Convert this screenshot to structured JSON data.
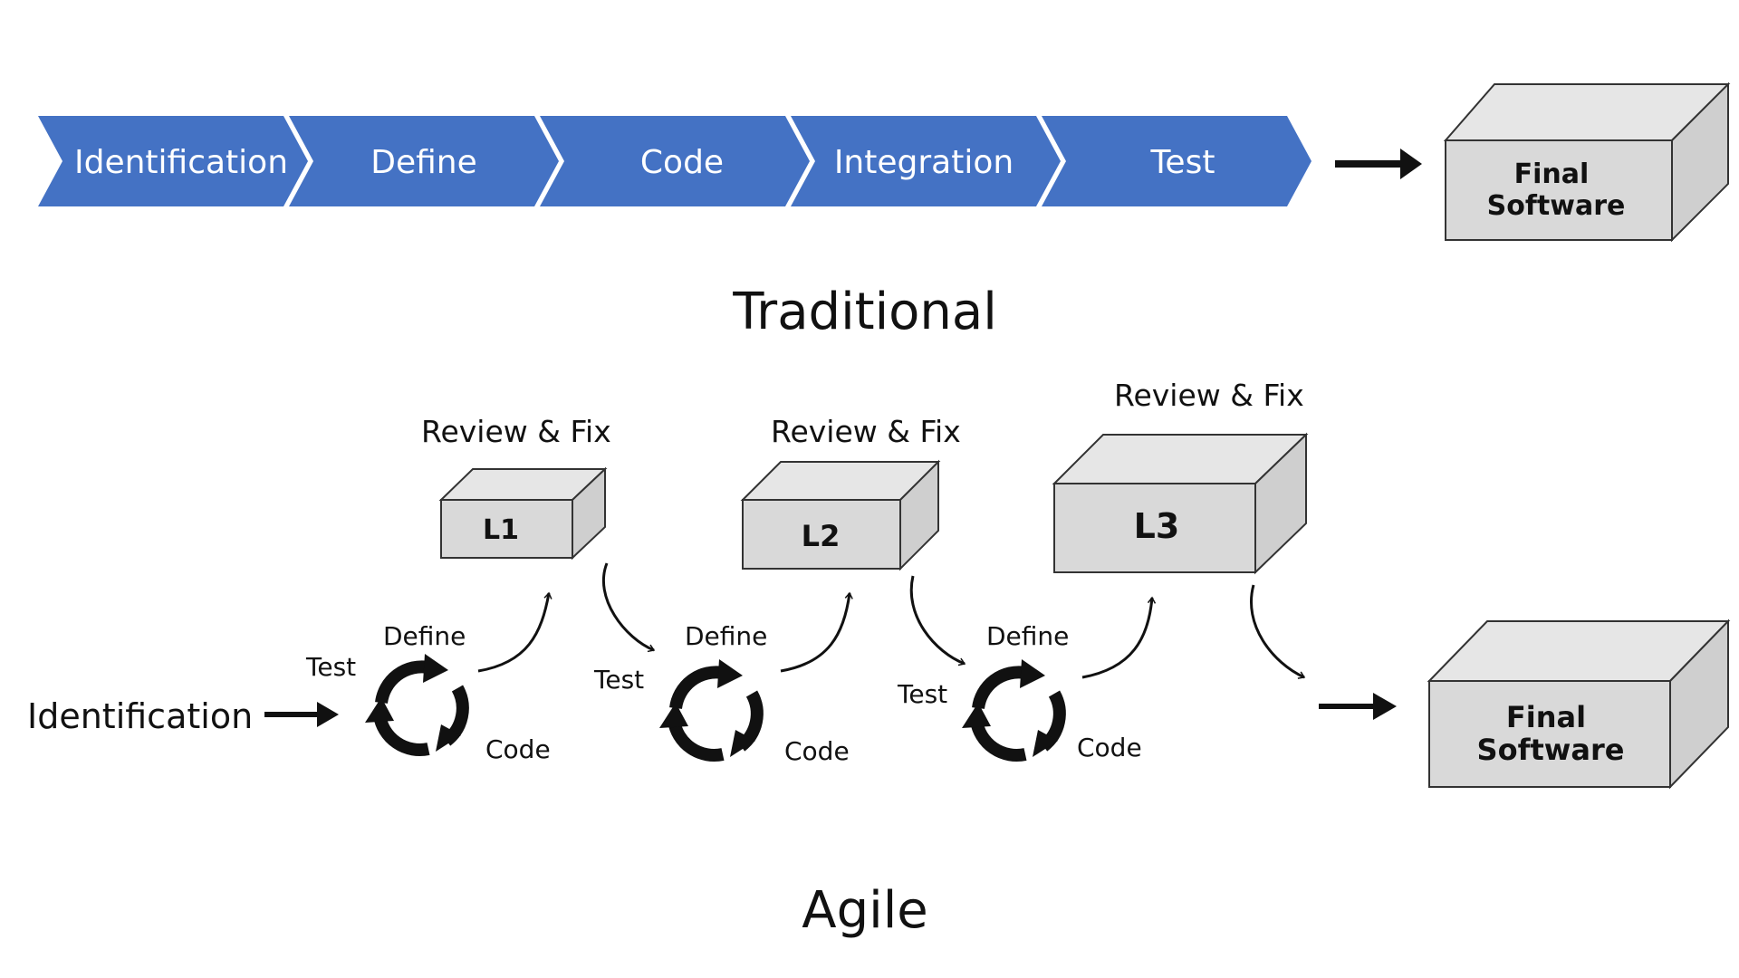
{
  "colors": {
    "chevron_fill": "#4472c4",
    "chevron_text": "#ffffff",
    "box_fill": "#d9d9d9",
    "ink": "#111111"
  },
  "traditional": {
    "title": "Traditional",
    "steps": [
      "Identification",
      "Define",
      "Code",
      "Integration",
      "Test"
    ],
    "final_box": {
      "line1": "Final",
      "line2": "Software"
    }
  },
  "agile": {
    "title": "Agile",
    "start_label": "Identification",
    "iterations": [
      {
        "box_label": "L1",
        "review_label": "Review & Fix",
        "define": "Define",
        "test": "Test",
        "code": "Code"
      },
      {
        "box_label": "L2",
        "review_label": "Review & Fix",
        "define": "Define",
        "test": "Test",
        "code": "Code"
      },
      {
        "box_label": "L3",
        "review_label": "Review & Fix",
        "define": "Define",
        "test": "Test",
        "code": "Code"
      }
    ],
    "final_box": {
      "line1": "Final",
      "line2": "Software"
    }
  },
  "icons": {
    "cycle": "cycle-arrows-icon",
    "arrow": "right-arrow-icon",
    "curved_arrow": "curved-arrow-icon"
  }
}
